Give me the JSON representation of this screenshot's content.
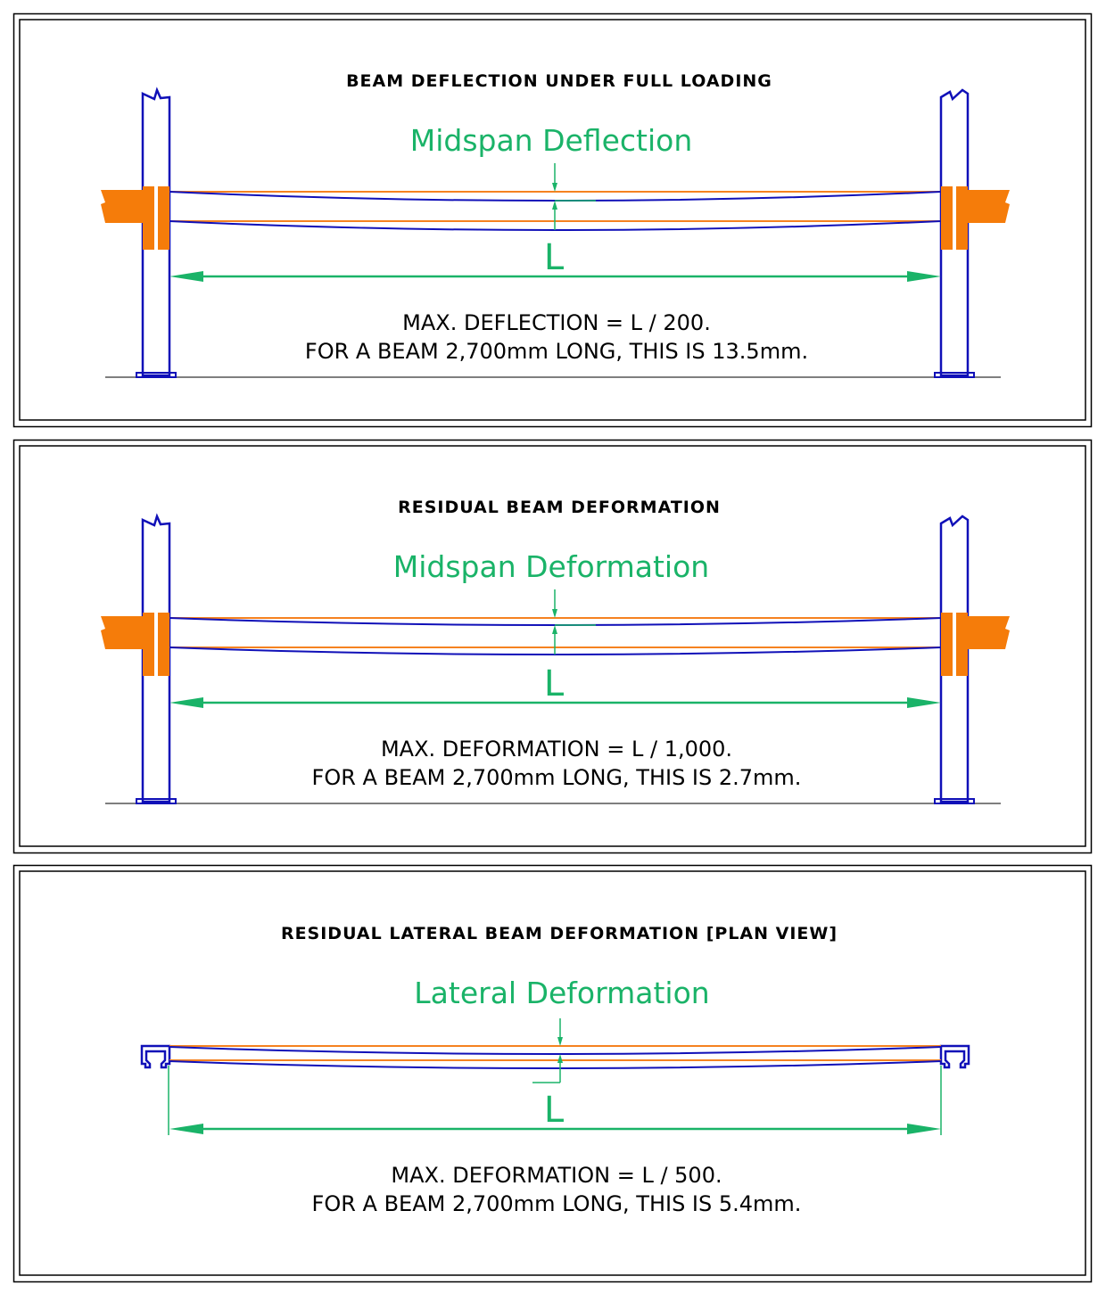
{
  "colors": {
    "beam_original": "#f58220",
    "beam_deformed": "#1010b8",
    "dimension": "#1ab368",
    "connector": "#f57c0a"
  },
  "panels": [
    {
      "title": "BEAM DEFLECTION UNDER FULL LOADING",
      "label": "Midspan Deflection",
      "span_label": "L",
      "line1": "MAX. DEFLECTION = L / 200.",
      "line2": "FOR A BEAM 2,700mm LONG, THIS IS 13.5mm."
    },
    {
      "title": "RESIDUAL BEAM DEFORMATION",
      "label": "Midspan Deformation",
      "span_label": "L",
      "line1": "MAX. DEFORMATION = L / 1,000.",
      "line2": "FOR A BEAM 2,700mm LONG, THIS IS 2.7mm."
    },
    {
      "title": "RESIDUAL LATERAL BEAM DEFORMATION [PLAN VIEW]",
      "label": "Lateral Deformation",
      "span_label": "L",
      "line1": "MAX. DEFORMATION = L / 500.",
      "line2": "FOR A BEAM 2,700mm LONG, THIS IS 5.4mm."
    }
  ]
}
